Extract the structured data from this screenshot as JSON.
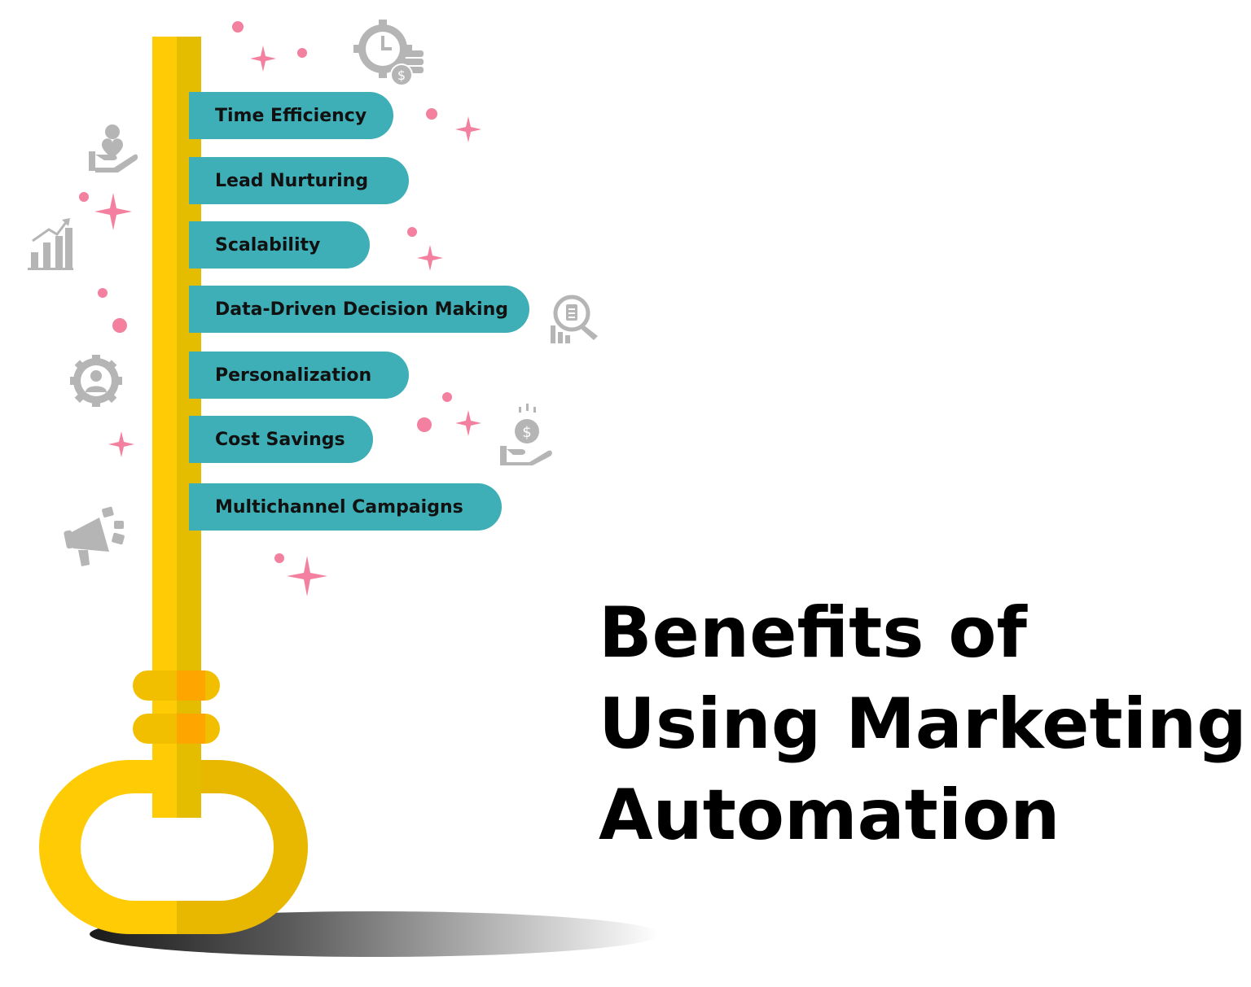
{
  "title": {
    "line1": "Benefits of",
    "line2": "Using Marketing",
    "line3": "Automation"
  },
  "benefits": [
    {
      "label": "Time Efficiency"
    },
    {
      "label": "Lead Nurturing"
    },
    {
      "label": "Scalability"
    },
    {
      "label": "Data-Driven Decision Making"
    },
    {
      "label": "Personalization"
    },
    {
      "label": "Cost Savings"
    },
    {
      "label": "Multichannel Campaigns"
    }
  ],
  "icons": [
    "clock-gear-coins-icon",
    "hand-heart-icon",
    "growth-chart-icon",
    "magnifier-report-icon",
    "user-gear-icon",
    "hand-dollar-icon",
    "megaphone-icon"
  ],
  "colors": {
    "key_yellow": "#ffcb05",
    "key_shade": "#e8b800",
    "ring_orange": "#ffa500",
    "tab_teal": "#3eafb6",
    "sparkle_pink": "#f2809e",
    "icon_gray": "#b5b5b5",
    "title_text": "#000000"
  }
}
